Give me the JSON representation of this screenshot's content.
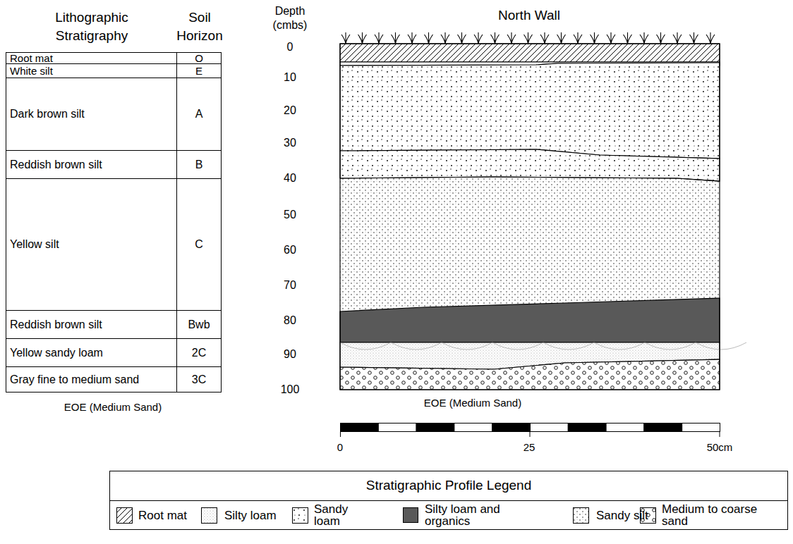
{
  "diagram": {
    "title": "North Wall",
    "labels": [
      "Lithographic Stratigraphy",
      "Soil Horizon",
      "Depth (cmbs)",
      "Root mat",
      "O",
      "White silt",
      "E",
      "Dark brown silt",
      "A",
      "Reddish brown silt",
      "B",
      "Yellow silt",
      "C",
      "Reddish brown silt",
      "Bwb",
      "Yellow sandy loam",
      "2C",
      "Gray fine to medium sand",
      "3C",
      "EOE (Medium Sand)",
      "0",
      "10",
      "20",
      "30",
      "40",
      "50",
      "60",
      "70",
      "80",
      "90",
      "100",
      "EOE (Medium Sand)",
      "0",
      "25",
      "50cm",
      "Stratigraphic Profile Legend"
    ],
    "legend": [
      {
        "text": "Root mat"
      },
      {
        "text": "Silty loam"
      },
      {
        "text": "Sandy loam"
      },
      {
        "text": "Silty loam and organics",
        "color": "#595959"
      },
      {
        "text": "Sandy silt"
      },
      {
        "text": "Medium to coarse sand"
      }
    ]
  }
}
